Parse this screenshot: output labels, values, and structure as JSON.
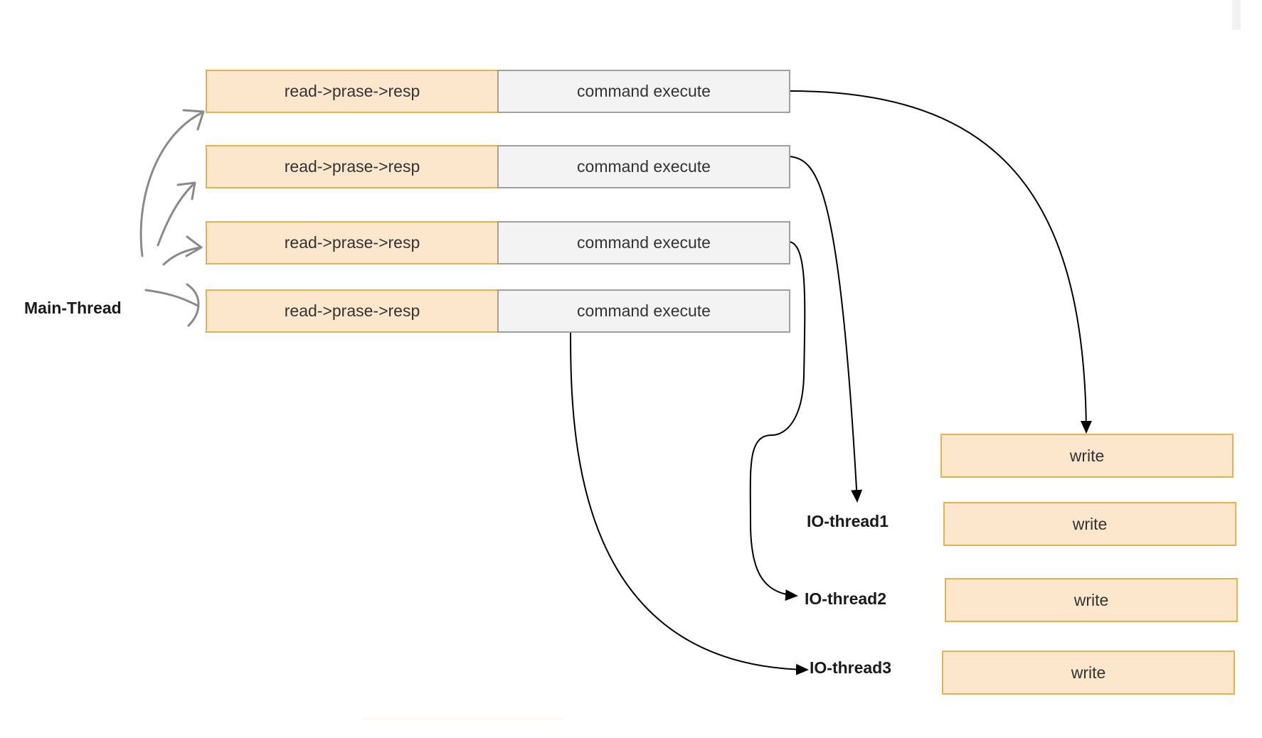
{
  "main_thread_label": "Main-Thread",
  "rows": [
    {
      "read_label": "read->prase->resp",
      "exec_label": "command execute"
    },
    {
      "read_label": "read->prase->resp",
      "exec_label": "command execute"
    },
    {
      "read_label": "read->prase->resp",
      "exec_label": "command execute"
    },
    {
      "read_label": "read->prase->resp",
      "exec_label": "command execute"
    }
  ],
  "io_threads": [
    {
      "label": "IO-thread1"
    },
    {
      "label": "IO-thread2"
    },
    {
      "label": "IO-thread3"
    }
  ],
  "writes": [
    {
      "label": "write"
    },
    {
      "label": "write"
    },
    {
      "label": "write"
    },
    {
      "label": "write"
    }
  ],
  "colors": {
    "read_fill": "#fce6cc",
    "read_border": "#e3b44d",
    "exec_fill": "#f3f3f3",
    "exec_border": "#a0a0a0",
    "arrow": "#000000",
    "sketch_arrow": "#808080"
  }
}
